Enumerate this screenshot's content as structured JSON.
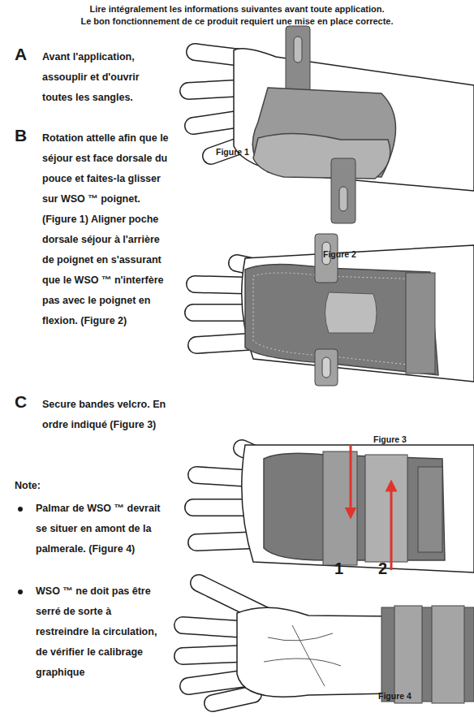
{
  "diagram": {
    "labels": [
      "Lire intégralement les informations suivantes avant toute application.",
      "Le bon fonctionnement de ce produit requiert une mise en place correcte.",
      "A",
      "Avant l'application, assouplir et d'ouvrir toutes les sangles.",
      "B",
      "Rotation attelle afin que le séjour est face dorsale du pouce et faites-la glisser sur WSO ™ poignet. (Figure 1) Aligner poche dorsale séjour à l'arrière de poignet en s'assurant que le WSO ™ n'interfère pas avec le poignet en flexion. (Figure 2)",
      "C",
      "Secure bandes velcro. En ordre indiqué (Figure 3)",
      "Note:",
      "Palmar de WSO ™ devrait se situer en amont de la palmerale. (Figure 4)",
      "WSO ™ ne doit pas être serré de sorte à restreindre la circulation, de vérifier le calibrage graphique",
      "Figure 1",
      "Figure 2",
      "Figure 3",
      "1",
      "2",
      "Figure 4"
    ]
  }
}
